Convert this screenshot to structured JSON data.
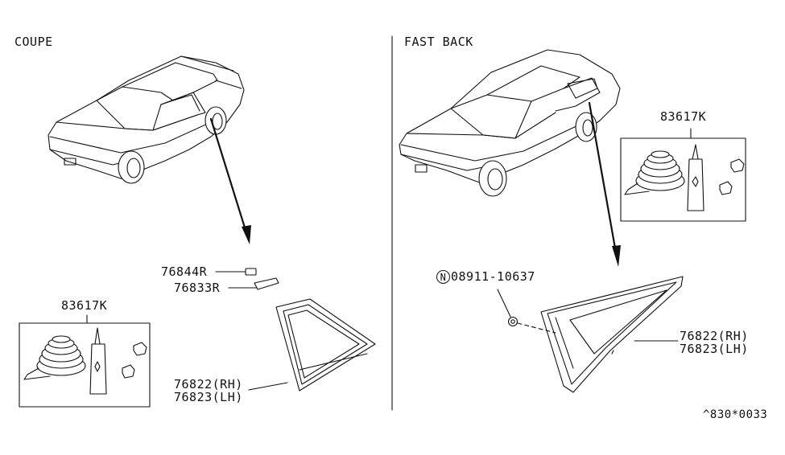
{
  "sections": {
    "left": {
      "title": "COUPE"
    },
    "right": {
      "title": "FAST BACK"
    }
  },
  "parts": {
    "seal_kit_left": "83617K",
    "seal_kit_right": "83617K",
    "clip_a": "76844R",
    "clip_b": "76833R",
    "glass_rh_left": "76822(RH)",
    "glass_lh_left": "76823(LH)",
    "nut_prefix": "N",
    "nut": "08911-10637",
    "glass_rh_right": "76822(RH)",
    "glass_lh_right": "76823(LH)"
  },
  "diagram_code": "^830*0033"
}
